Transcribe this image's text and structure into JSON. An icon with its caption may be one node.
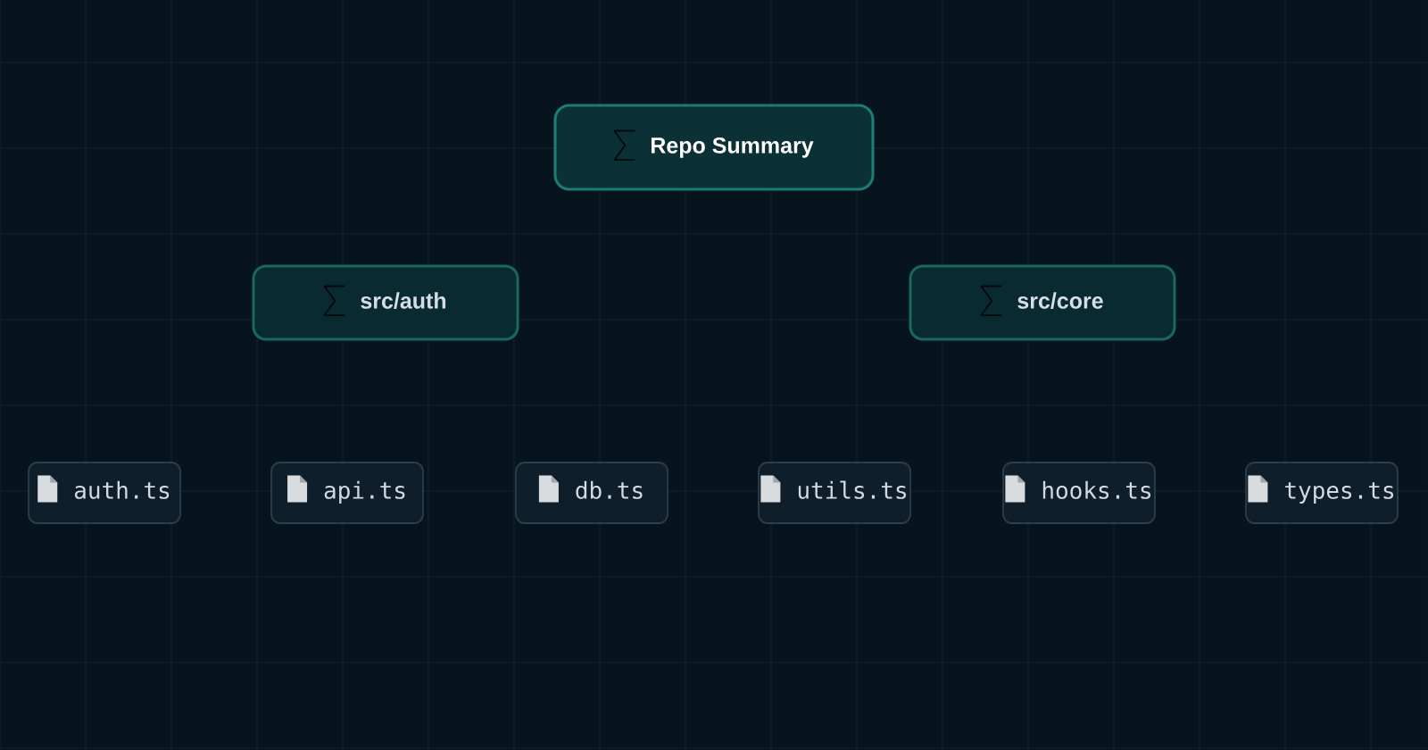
{
  "diagram": {
    "nodes": [
      {
        "text": [
          "Repo Summary"
        ]
      },
      {
        "text": [
          "src/auth"
        ]
      },
      {
        "text": [
          "src/core"
        ]
      },
      {
        "text": [
          "auth.ts"
        ]
      },
      {
        "text": [
          "api.ts"
        ]
      },
      {
        "text": [
          "db.ts"
        ]
      },
      {
        "text": [
          "utils.ts"
        ]
      },
      {
        "text": [
          "hooks.ts"
        ]
      },
      {
        "text": [
          "types.ts"
        ]
      }
    ]
  }
}
